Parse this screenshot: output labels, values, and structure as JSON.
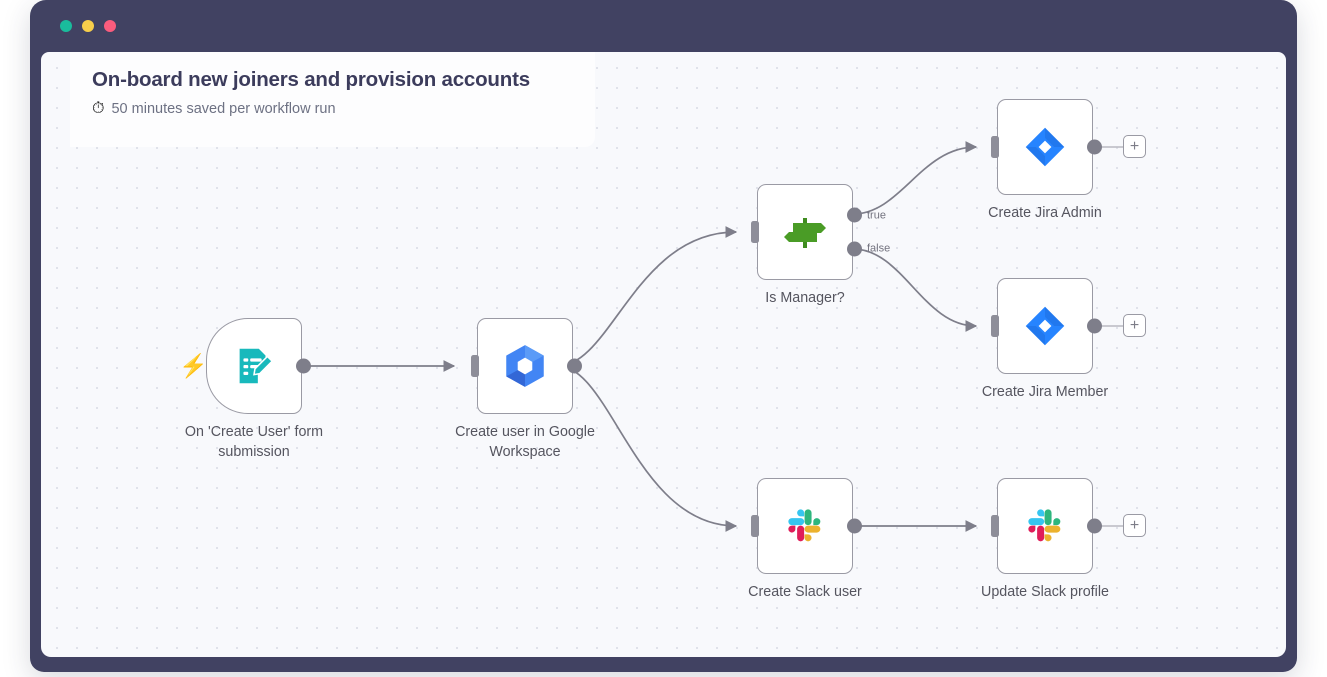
{
  "window": {
    "traffic_lights": [
      {
        "name": "window-button-green",
        "color": "#1abc9c"
      },
      {
        "name": "window-button-yellow",
        "color": "#f7ce4b"
      },
      {
        "name": "window-button-pink",
        "color": "#fb5c7d"
      }
    ],
    "frame_color": "#414262"
  },
  "canvas": {
    "background_color": "#f8f9fc",
    "dot_color": "#e0e2ea"
  },
  "title_card": {
    "title": "On-board new joiners and provision accounts",
    "stopwatch_icon": "stopwatch-icon",
    "subtitle": "50 minutes saved per workflow run"
  },
  "nodes": [
    {
      "id": "form-trigger",
      "label": "On 'Create User' form\nsubmission",
      "icon": "form-edit-icon",
      "icon_color": "#18b9bc",
      "type": "trigger",
      "trigger_icon": "lightning-bolt-icon"
    },
    {
      "id": "google-workspace",
      "label": "Create user in Google\nWorkspace",
      "icon": "google-cloud-hexagon-icon",
      "icon_color": "#4285f4",
      "type": "action"
    },
    {
      "id": "is-manager",
      "label": "Is Manager?",
      "icon": "signpost-icon",
      "icon_color": "#3f8c1f",
      "type": "switch",
      "outputs": [
        "true",
        "false"
      ]
    },
    {
      "id": "create-jira-admin",
      "label": "Create Jira Admin",
      "icon": "jira-diamond-icon",
      "icon_color": "#2684ff",
      "type": "action",
      "add_button": "+"
    },
    {
      "id": "create-jira-member",
      "label": "Create Jira Member",
      "icon": "jira-diamond-icon",
      "icon_color": "#2684ff",
      "type": "action",
      "add_button": "+"
    },
    {
      "id": "create-slack-user",
      "label": "Create Slack user",
      "icon": "slack-icon",
      "icon_color": "#36c5f0",
      "type": "action"
    },
    {
      "id": "update-slack-profile",
      "label": "Update Slack profile",
      "icon": "slack-icon",
      "icon_color": "#36c5f0",
      "type": "action",
      "add_button": "+"
    }
  ],
  "edge_labels": {
    "true": "true",
    "false": "false"
  },
  "add_buttons": {
    "plus": "+"
  }
}
